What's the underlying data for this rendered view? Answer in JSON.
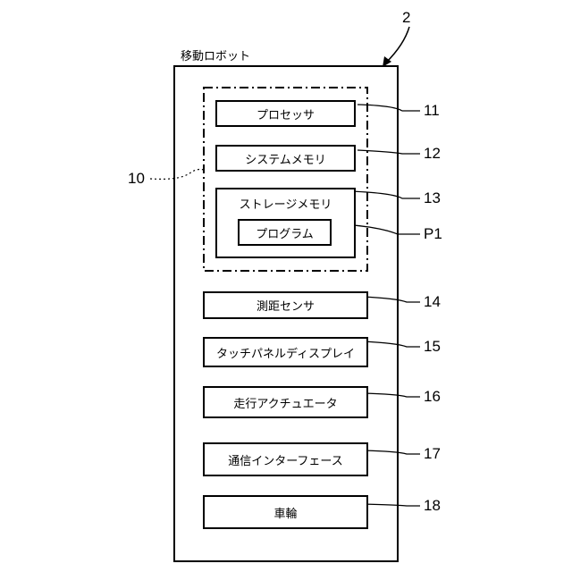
{
  "robot": {
    "title": "移動ロボット",
    "ref": "2"
  },
  "control_unit": {
    "ref": "10"
  },
  "components": {
    "processor": {
      "label": "プロセッサ",
      "ref": "11"
    },
    "system_memory": {
      "label": "システムメモリ",
      "ref": "12"
    },
    "storage_memory": {
      "label": "ストレージメモリ",
      "ref": "13"
    },
    "program": {
      "label": "プログラム",
      "ref": "P1"
    },
    "distance_sensor": {
      "label": "測距センサ",
      "ref": "14"
    },
    "touch_panel": {
      "label": "タッチパネルディスプレイ",
      "ref": "15"
    },
    "actuator": {
      "label": "走行アクチュエータ",
      "ref": "16"
    },
    "comm_interface": {
      "label": "通信インターフェース",
      "ref": "17"
    },
    "wheels": {
      "label": "車輪",
      "ref": "18"
    }
  }
}
